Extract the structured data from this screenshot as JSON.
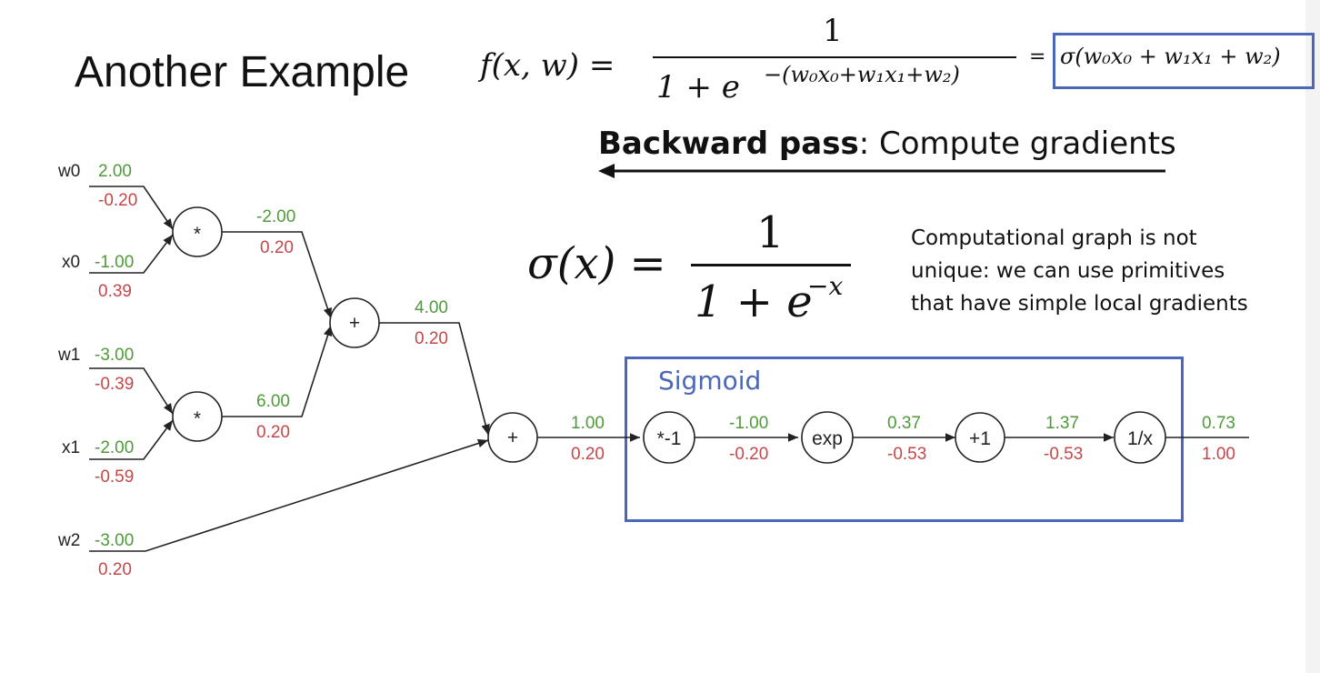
{
  "title": "Another Example",
  "formula": {
    "lhs": "f(x, w) =",
    "numerator": "1",
    "denominator": "1 + e",
    "exponent": "−(w₀x₀+w₁x₁+w₂)",
    "equals": "=",
    "boxed": "σ(w₀x₀ + w₁x₁ + w₂)"
  },
  "backward": {
    "bold": "Backward pass",
    "rest": ": Compute gradients"
  },
  "sigmoid_formula": {
    "lhs": "σ(x) =",
    "numerator": "1",
    "denominator": "1 + e",
    "exponent": "−x"
  },
  "note": {
    "line1": "Computational graph is not",
    "line2": "unique: we can use primitives",
    "line3": "that have simple local gradients"
  },
  "sigmoid_box_label": "Sigmoid",
  "colors": {
    "forward": "#4f9a3a",
    "backward": "#c4484a",
    "box": "#4b68b8"
  },
  "inputs": [
    {
      "name": "w0",
      "value": "2.00",
      "grad": "-0.20"
    },
    {
      "name": "x0",
      "value": "-1.00",
      "grad": "0.39"
    },
    {
      "name": "w1",
      "value": "-3.00",
      "grad": "-0.39"
    },
    {
      "name": "x1",
      "value": "-2.00",
      "grad": "-0.59"
    },
    {
      "name": "w2",
      "value": "-3.00",
      "grad": "0.20"
    }
  ],
  "nodes": [
    {
      "op": "*"
    },
    {
      "op": "*"
    },
    {
      "op": "+"
    },
    {
      "op": "+"
    },
    {
      "op": "*-1"
    },
    {
      "op": "exp"
    },
    {
      "op": "+1"
    },
    {
      "op": "1/x"
    }
  ],
  "edges": [
    {
      "value": "-2.00",
      "grad": "0.20"
    },
    {
      "value": "6.00",
      "grad": "0.20"
    },
    {
      "value": "4.00",
      "grad": "0.20"
    },
    {
      "value": "1.00",
      "grad": "0.20"
    },
    {
      "value": "-1.00",
      "grad": "-0.20"
    },
    {
      "value": "0.37",
      "grad": "-0.53"
    },
    {
      "value": "1.37",
      "grad": "-0.53"
    },
    {
      "value": "0.73",
      "grad": "1.00"
    }
  ]
}
